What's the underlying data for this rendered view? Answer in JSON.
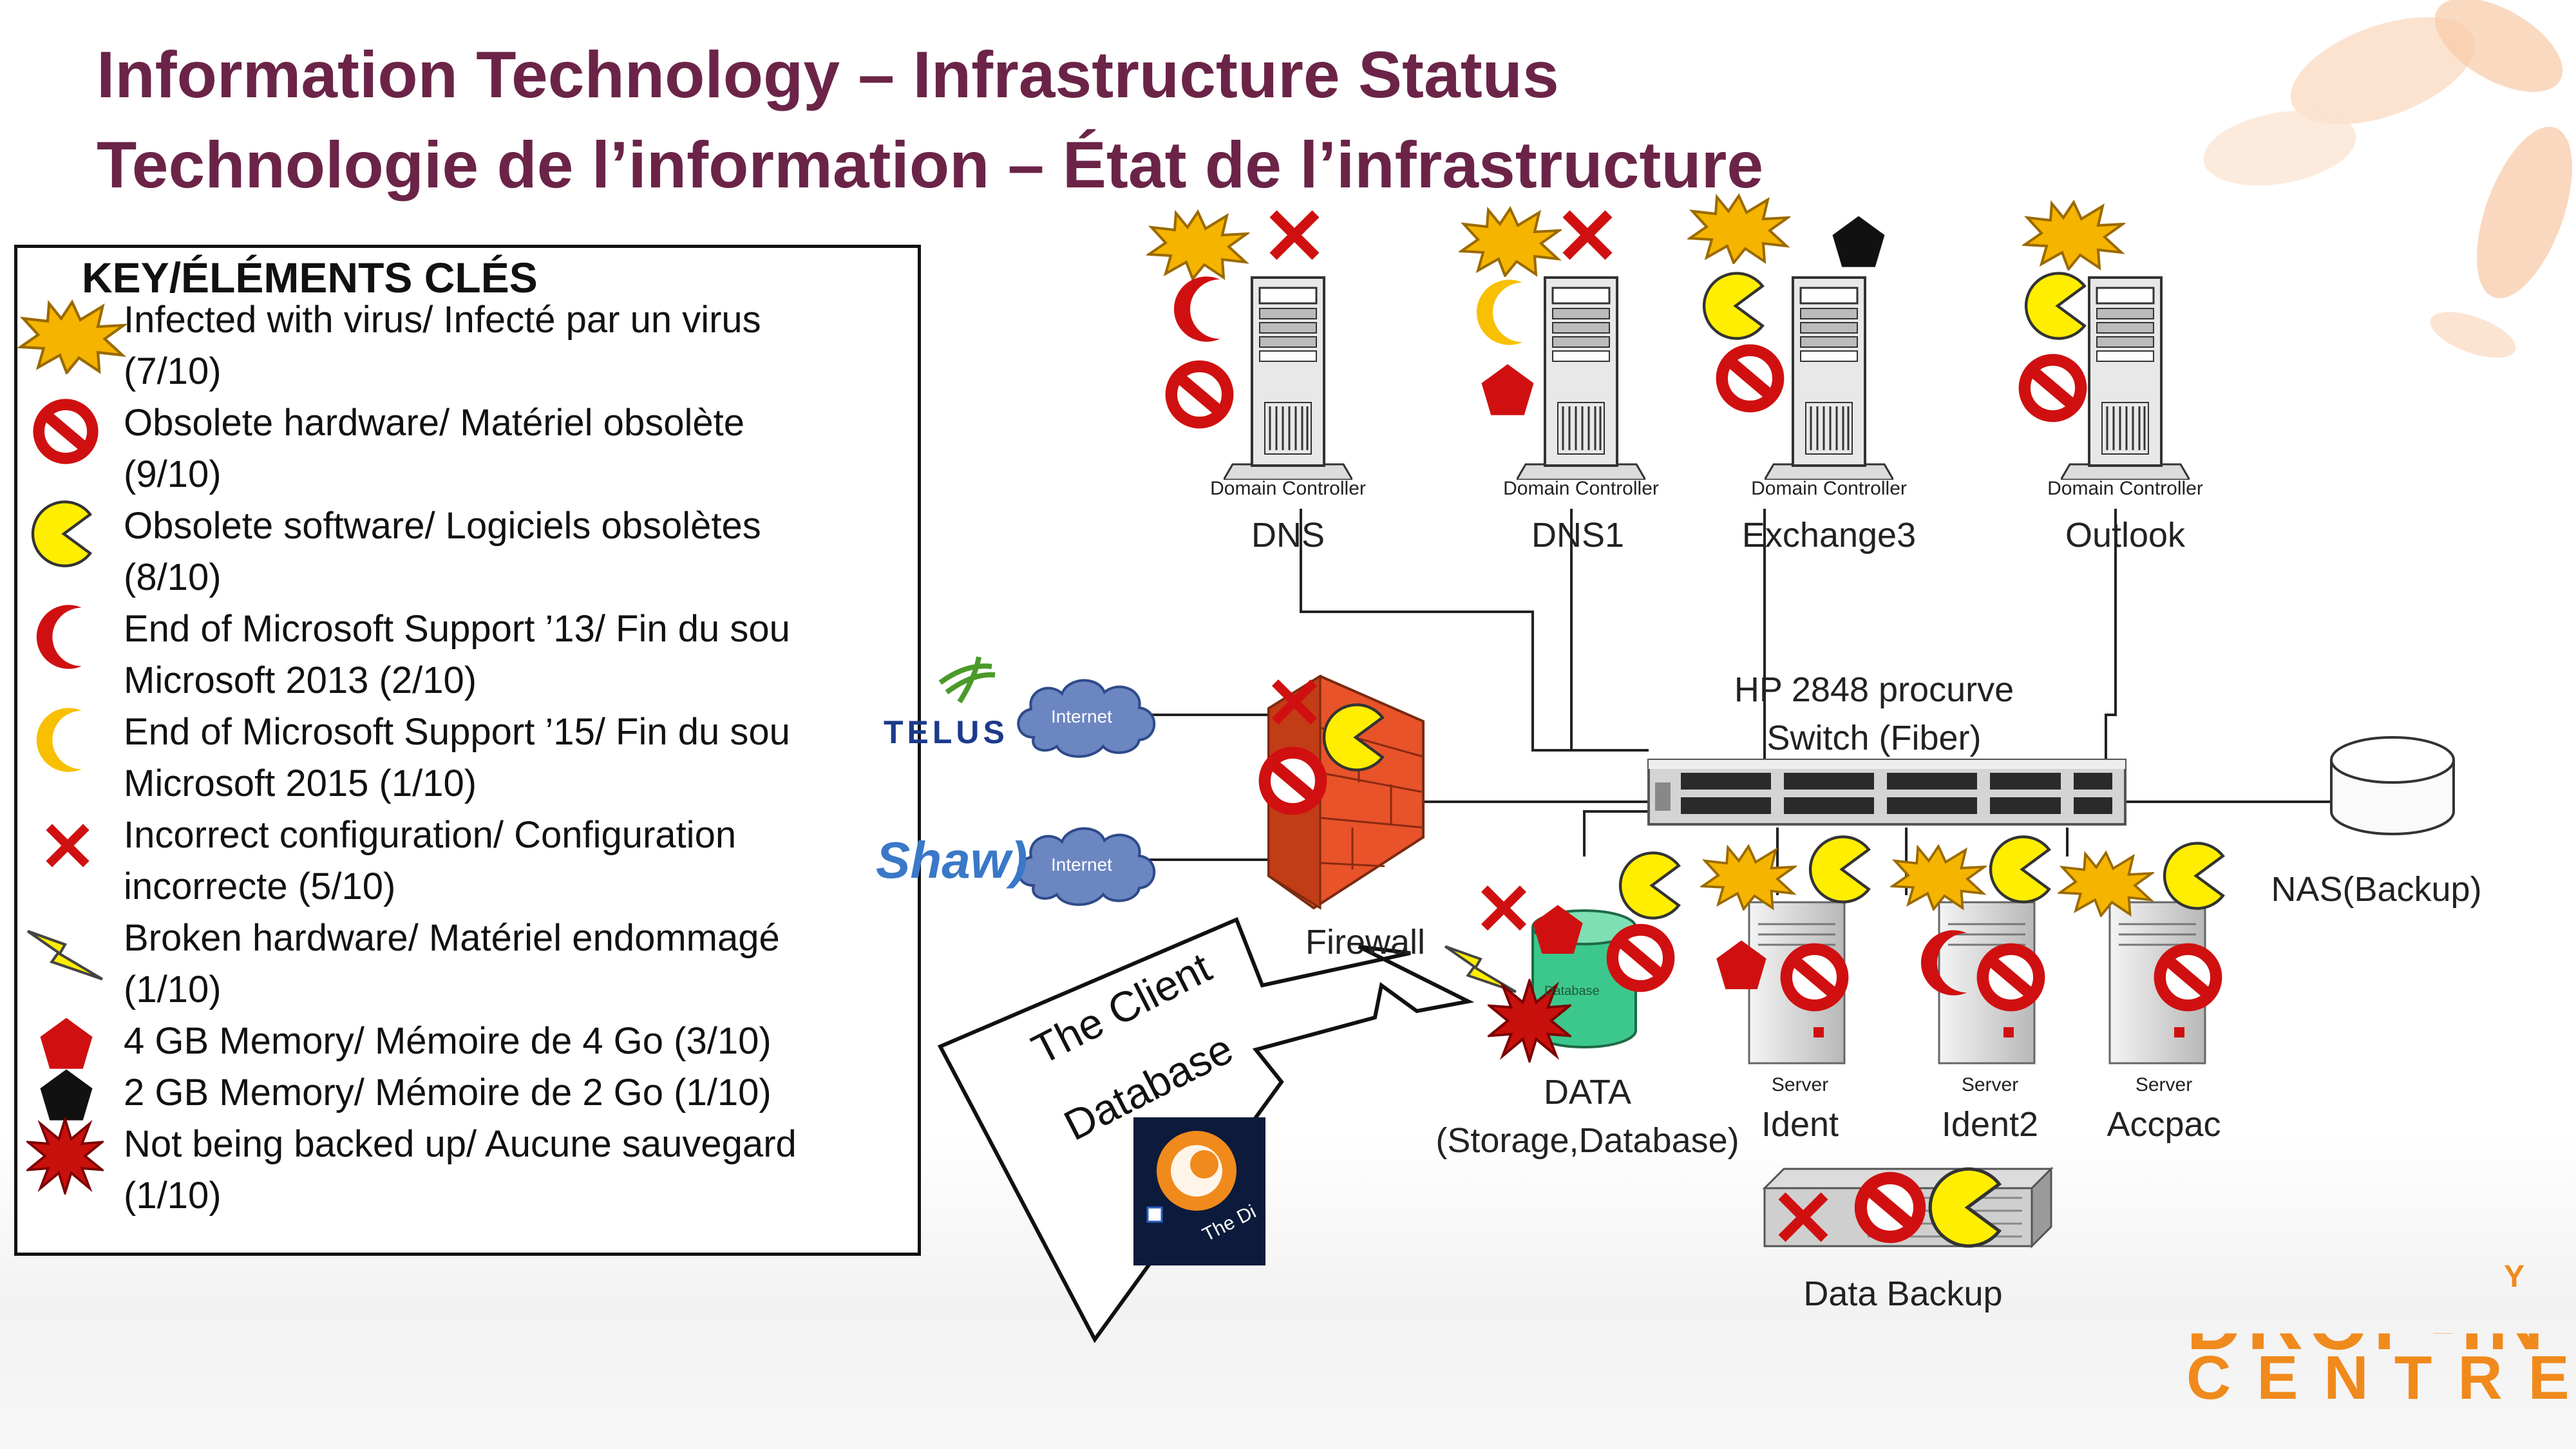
{
  "slide": {
    "title_en": "Information Technology – Infrastructure  Status",
    "title_fr": "Technologie de l’information – État de l’infrastructure"
  },
  "legend": {
    "title": "KEY/ÉLÉMENTS CLÉS",
    "items": [
      {
        "icon": "virus-starburst-icon",
        "line1": "Infected with virus/ Infecté par un virus",
        "line2": "(7/10)"
      },
      {
        "icon": "obsolete-hardware-icon",
        "line1": "Obsolete hardware/ Matériel obsolète",
        "line2": "(9/10)"
      },
      {
        "icon": "obsolete-software-icon",
        "line1": "Obsolete software/ Logiciels obsolètes",
        "line2": "(8/10)"
      },
      {
        "icon": "support-ended-2013-icon",
        "line1": "End of Microsoft Support ’13/ Fin du sou",
        "line2": "Microsoft 2013 (2/10)"
      },
      {
        "icon": "support-ending-2015-icon",
        "line1": "End of Microsoft Support ’15/ Fin du sou",
        "line2": "Microsoft 2015 (1/10)"
      },
      {
        "icon": "incorrect-config-icon",
        "line1": "Incorrect configuration/ Configuration",
        "line2": "incorrecte (5/10)"
      },
      {
        "icon": "broken-hardware-icon",
        "line1": "Broken hardware/ Matériel endommagé",
        "line2": "(1/10)"
      },
      {
        "icon": "memory-4gb-icon",
        "line1": "4 GB Memory/ Mémoire de 4 Go (3/10)",
        "line2": ""
      },
      {
        "icon": "memory-2gb-icon",
        "line1": "2 GB Memory/ Mémoire de 2 Go (1/10)",
        "line2": ""
      },
      {
        "icon": "not-backed-up-icon",
        "line1": "Not being backed up/ Aucune sauvegard",
        "line2": "(1/10)"
      }
    ]
  },
  "diagram": {
    "servers": [
      {
        "role": "Domain Controller",
        "name": "DNS"
      },
      {
        "role": "Domain Controller",
        "name": "DNS1"
      },
      {
        "role": "Domain Controller",
        "name": "Exchange3"
      },
      {
        "role": "Domain Controller",
        "name": "Outlook"
      }
    ],
    "switch_label_1": "HP 2848 procurve",
    "switch_label_2": "Switch (Fiber)",
    "isp_1": "TELUS",
    "isp_2": "Shaw)",
    "cloud_label": "Internet",
    "firewall_label": "Firewall",
    "nas_label": "NAS(Backup)",
    "data_label_1": "DATA",
    "data_label_2": "(Storage,Database)",
    "database_tiny": "Database",
    "small_servers": [
      {
        "role": "Server",
        "name": "Ident"
      },
      {
        "role": "Server",
        "name": "Ident2"
      },
      {
        "role": "Server",
        "name": "Accpac"
      }
    ],
    "backup_label": "Data Backup",
    "callout_line1": "The Client",
    "callout_line2": "Database",
    "app_icon_caption": "The Di"
  },
  "branding": {
    "line1": "DROP-IN",
    "line2": "CENTRE",
    "corner": "Y"
  },
  "colors": {
    "title": "#6b2448",
    "virus": "#f5b400",
    "red": "#d01010",
    "pacman": "#ffee00",
    "brand_orange": "#f08a1c"
  }
}
